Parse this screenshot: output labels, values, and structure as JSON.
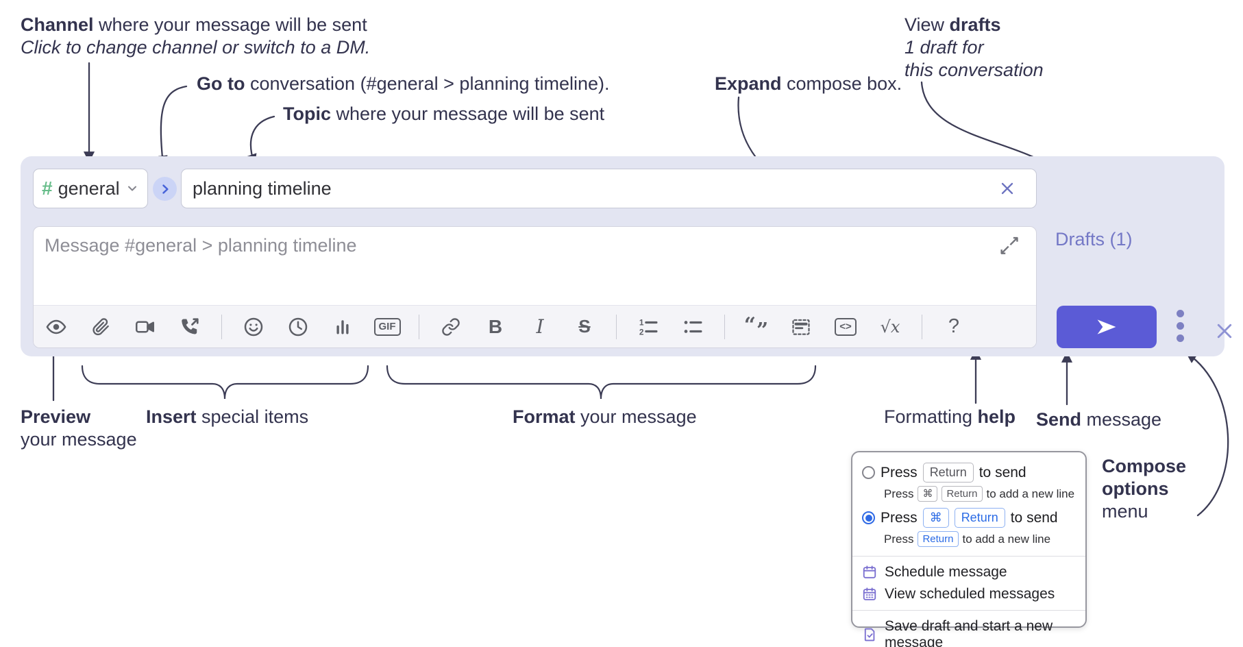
{
  "annotations": {
    "channel": {
      "bold": "Channel",
      "rest": " where your message will be sent",
      "line2": "Click to change channel or switch to a DM."
    },
    "goto": {
      "bold": "Go to",
      "rest": " conversation (#general > planning timeline)."
    },
    "topic": {
      "bold": "Topic",
      "rest": " where your message will be sent"
    },
    "expand": {
      "bold": "Expand",
      "rest": " compose box."
    },
    "view_drafts": {
      "pre": "View ",
      "bold": "drafts",
      "line2": "1 draft for",
      "line3": "this conversation"
    },
    "preview": {
      "bold": "Preview",
      "line2": "your message"
    },
    "insert": {
      "bold": "Insert",
      "rest": " special items"
    },
    "format": {
      "bold": "Format",
      "rest": " your message"
    },
    "formatting_help": {
      "pre": "Formatting ",
      "bold": "help"
    },
    "send": {
      "bold": "Send",
      "rest": " message"
    },
    "compose_options": {
      "line1": "Compose",
      "line2": "options",
      "line3": "menu"
    }
  },
  "compose": {
    "channel": {
      "hash": "#",
      "name": "general"
    },
    "topic": {
      "value": "planning timeline"
    },
    "message": {
      "placeholder": "Message #general > planning timeline"
    },
    "drafts_link": "Drafts (1)",
    "toolbar": {
      "bold": "B",
      "italic": "I",
      "strike": "S",
      "gif": "GIF",
      "quote_open": "“",
      "quote_close": "”",
      "code": "<>",
      "math": "√x",
      "help": "?",
      "olist_1": "1",
      "olist_2": "2"
    }
  },
  "options_menu": {
    "return_to_send": {
      "pre": "Press",
      "key": "Return",
      "post": "to send",
      "sub_pre": "Press",
      "sub_key_cmd": "⌘",
      "sub_key_return": "Return",
      "sub_post": "to add a new line"
    },
    "cmd_return_to_send": {
      "pre": "Press",
      "key_cmd": "⌘",
      "key_return": "Return",
      "post": "to send",
      "sub_pre": "Press",
      "sub_key": "Return",
      "sub_post": "to add a new line"
    },
    "items": [
      {
        "label": "Schedule message"
      },
      {
        "label": "View scheduled messages"
      },
      {
        "label": "Save draft and start a new message"
      }
    ]
  },
  "colors": {
    "accent_send": "#5b5bd6",
    "drafts_link": "#7478c6",
    "channel_hash_green": "#67bd8a",
    "key_blue": "#2b6be5",
    "compose_background": "#e3e5f2",
    "toolbar_background": "#f4f4f8"
  }
}
